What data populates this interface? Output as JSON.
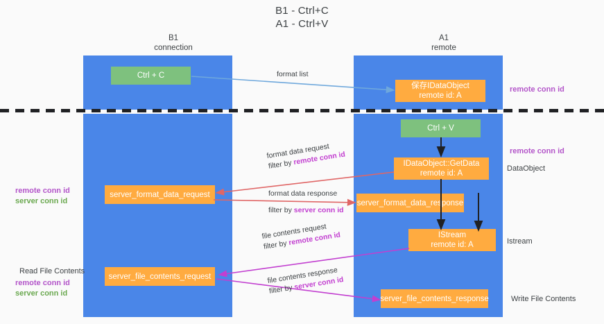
{
  "title": {
    "line1": "B1 - Ctrl+C",
    "line2": "A1 - Ctrl+V"
  },
  "columns": [
    {
      "id": "b1",
      "name": "B1",
      "role": "connection"
    },
    {
      "id": "a1",
      "name": "A1",
      "role": "remote"
    }
  ],
  "nodes": {
    "ctrl_c": {
      "line1": "Ctrl + C",
      "line2": ""
    },
    "save_idataobject": {
      "line1": "保存IDataObject",
      "line2": "remote id: A"
    },
    "ctrl_v": {
      "line1": "Ctrl + V",
      "line2": ""
    },
    "idataobject_getdata": {
      "line1": "IDataObject::GetData",
      "line2": "remote id: A"
    },
    "server_format_data_request": {
      "line1": "server_format_data_request",
      "line2": ""
    },
    "server_format_data_response": {
      "line1": "server_format_data_response",
      "line2": ""
    },
    "istream": {
      "line1": "IStream",
      "line2": "remote id: A"
    },
    "server_file_contents_request": {
      "line1": "server_file_contents_request",
      "line2": ""
    },
    "server_file_contents_response": {
      "line1": "server_file_contents_response",
      "line2": ""
    }
  },
  "arrow_labels": {
    "format_list": {
      "text": "format list"
    },
    "format_data_request": {
      "line1": "format data request",
      "prefix": "filter by ",
      "key": "remote conn id"
    },
    "format_data_response": {
      "line1": "format data response",
      "prefix": "filter by ",
      "key": "server conn id"
    },
    "file_contents_request": {
      "line1": "file contents request",
      "prefix": "filter by ",
      "key": "remote conn id"
    },
    "file_contents_response": {
      "line1": "file contents response",
      "prefix": "filter by ",
      "key": "server conn id"
    }
  },
  "side_notes": {
    "right_remote_top": "remote conn id",
    "right_remote_mid": "remote conn id",
    "right_dataobject": "DataObject",
    "right_istream": "Istream",
    "right_write_file": "Write File Contents",
    "left_keys_mid": {
      "remote": "remote conn id",
      "server": "server conn id"
    },
    "left_read_file": "Read File Contents",
    "left_keys_bottom": {
      "remote": "remote conn id",
      "server": "server conn id"
    }
  },
  "colors": {
    "lane_blue": "#4a86e8",
    "node_green": "#7ec17e",
    "node_orange": "#ffab40",
    "arrow_blue": "#6fa8dc",
    "arrow_red": "#e06666",
    "arrow_magenta": "#c23fd0",
    "arrow_black": "#202124",
    "key_remote": "#b355c9",
    "key_server": "#6aa84f"
  }
}
